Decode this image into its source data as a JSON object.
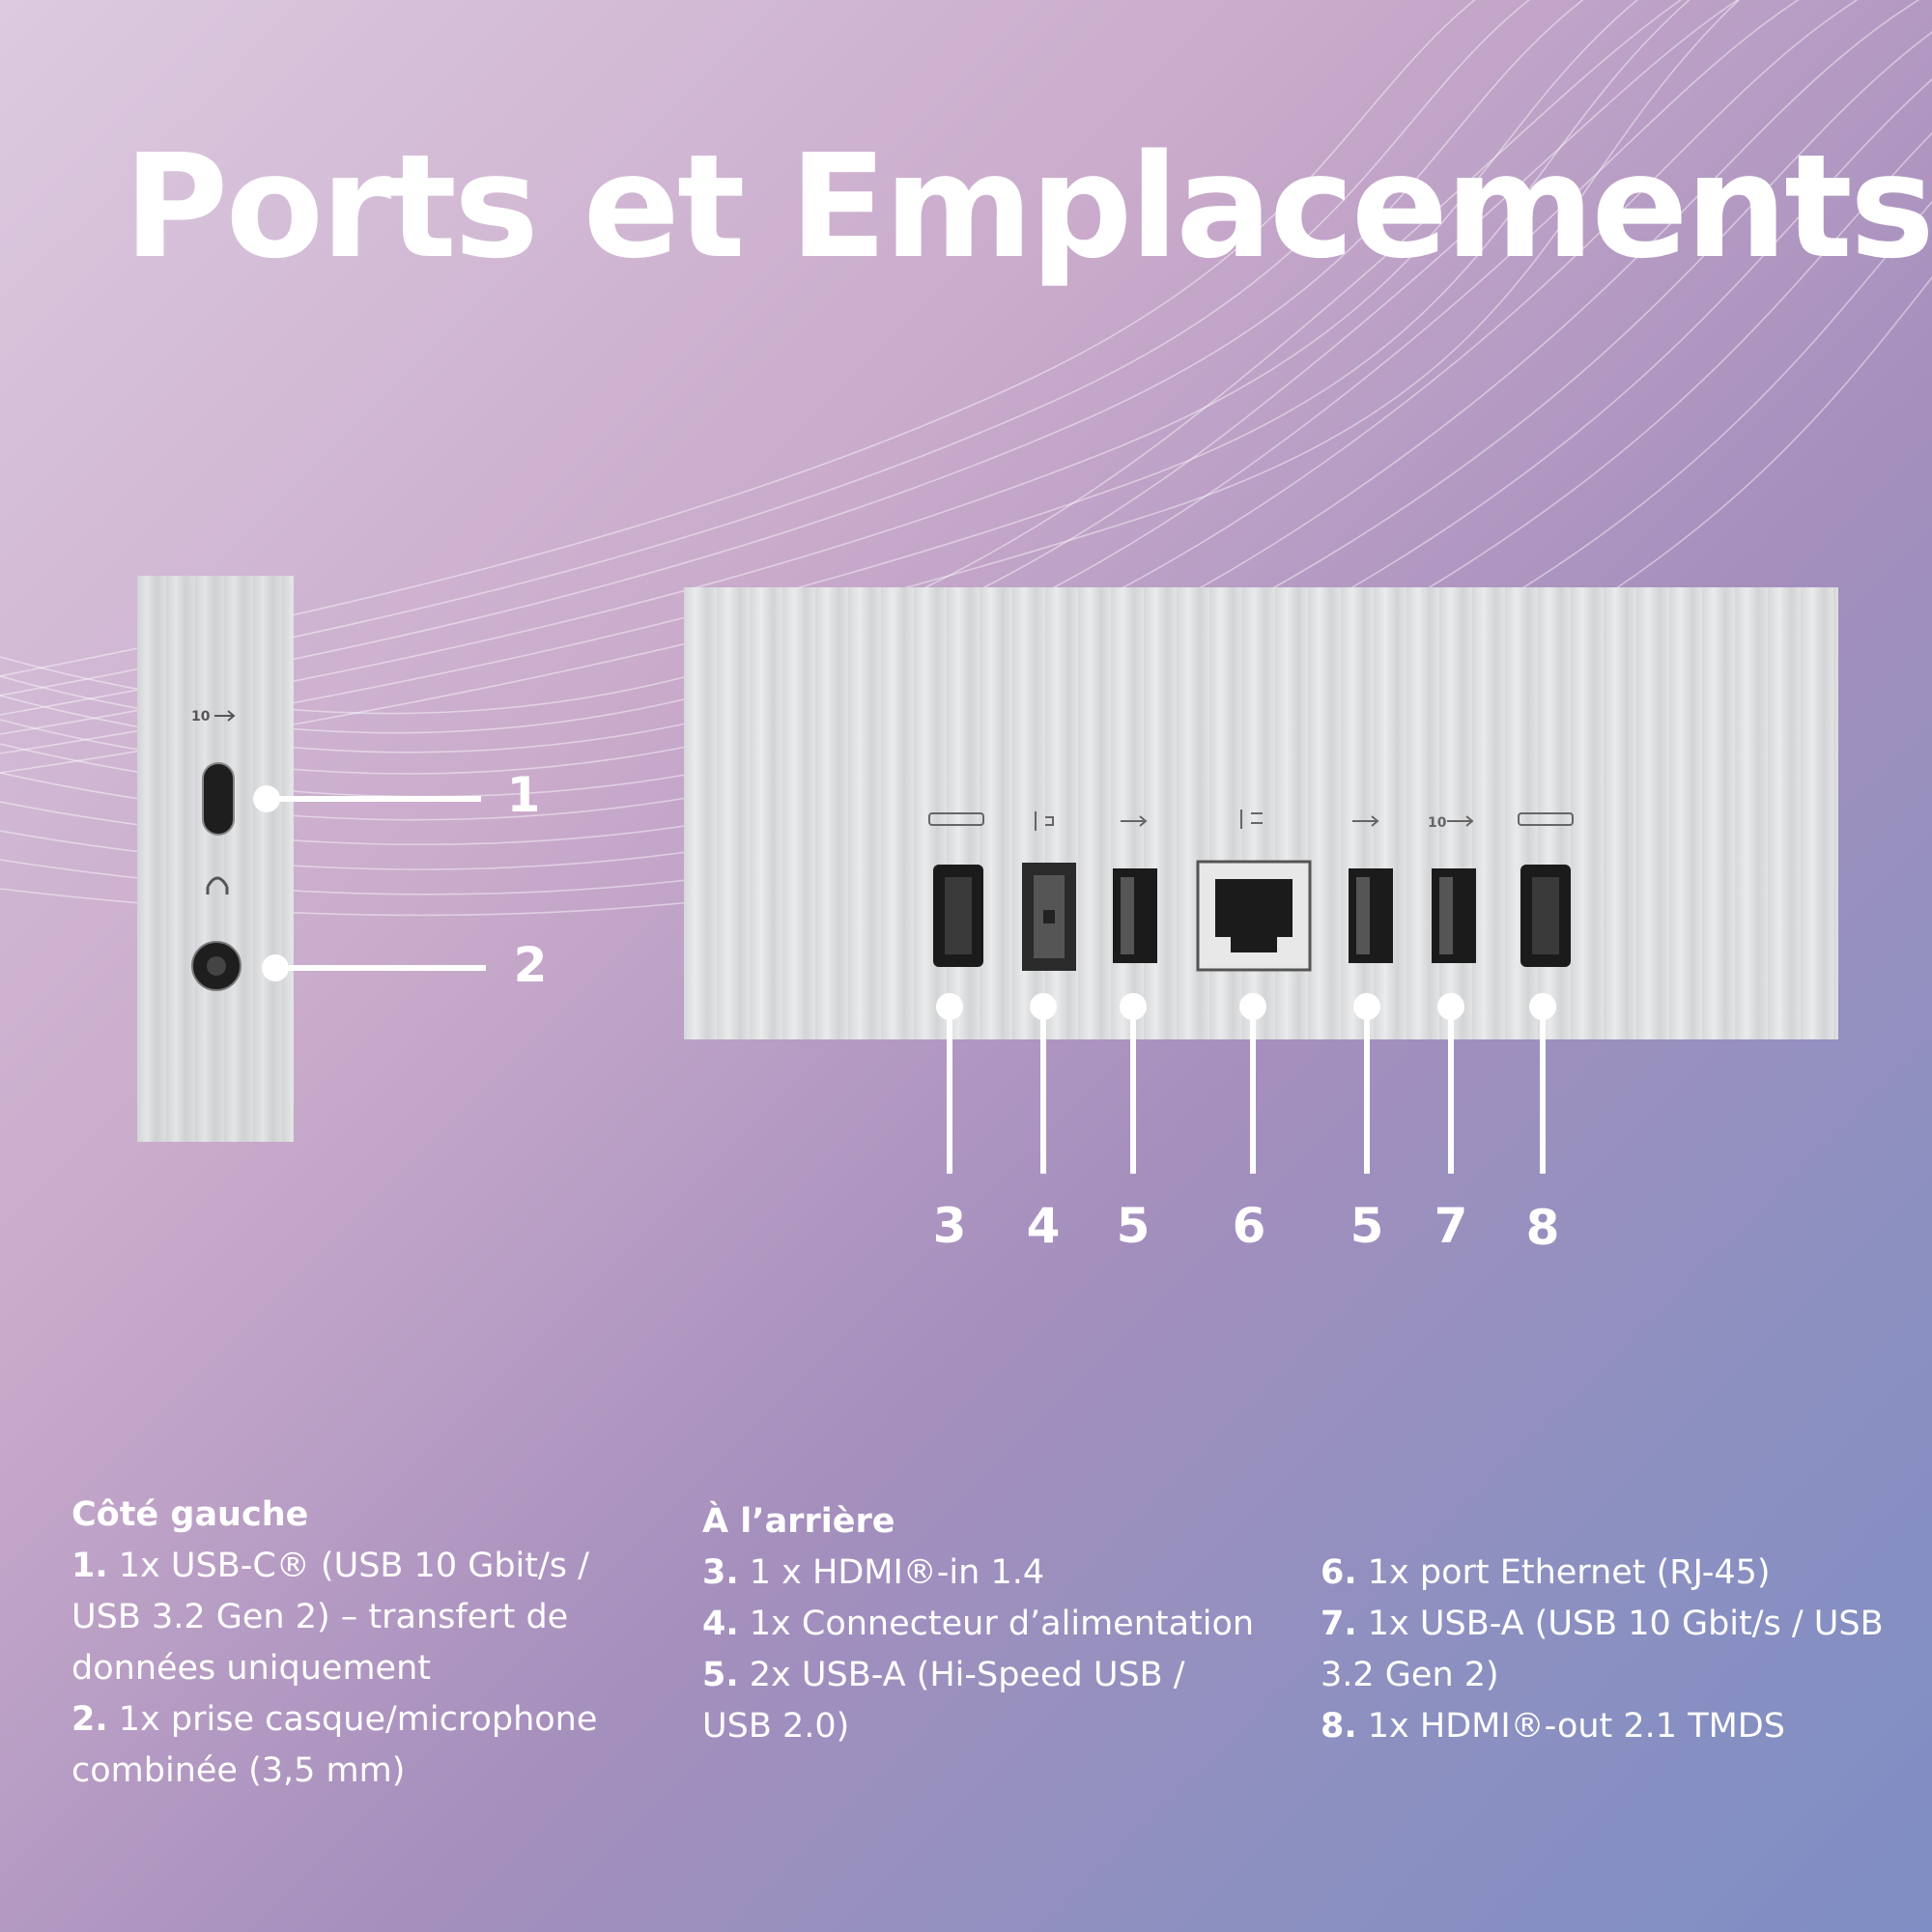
{
  "title": "Ports et Emplacements",
  "side_callouts": [
    "1",
    "2"
  ],
  "rear_callouts": [
    "3",
    "4",
    "5",
    "6",
    "5",
    "7",
    "8"
  ],
  "columns": {
    "left": {
      "heading": "Côté gauche",
      "items": [
        {
          "num": "1.",
          "text": " 1x USB-C® (USB 10 Gbit/s / USB 3.2 Gen 2) – transfert de données uniquement"
        },
        {
          "num": "2.",
          "text": " 1x prise casque/microphone combinée (3,5 mm)"
        }
      ]
    },
    "middle": {
      "heading": "À l’arrière",
      "items": [
        {
          "num": "3.",
          "text": " 1 x HDMI®-in 1.4"
        },
        {
          "num": "4.",
          "text": " 1x Connecteur d’alimentation"
        },
        {
          "num": "5.",
          "text": " 2x USB-A (Hi-Speed USB / USB 2.0)"
        }
      ]
    },
    "right": {
      "items": [
        {
          "num": "6.",
          "text": " 1x port Ethernet (RJ-45)"
        },
        {
          "num": "7.",
          "text": " 1x USB-A (USB 10 Gbit/s / USB 3.2 Gen 2)"
        },
        {
          "num": "8.",
          "text": " 1x HDMI®-out 2.1 TMDS"
        }
      ]
    }
  },
  "port_icon_labels": {
    "usbc_side": "10",
    "usb10_rear": "10"
  }
}
